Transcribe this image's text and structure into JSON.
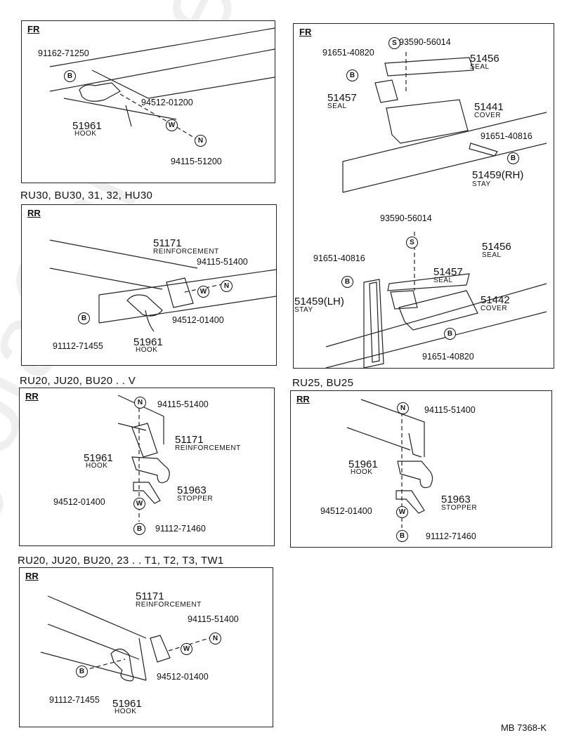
{
  "watermark": "ToyotaCarVine.ru",
  "doc_code": "MB 7368-K",
  "sections": {
    "rr_a": "RU30, BU30, 31, 32, HU30",
    "rr_b": "RU20, JU20, BU20 . . V",
    "rr_c": "RU25, BU25",
    "rr_d": "RU20, JU20, BU20, 23 . . T1, T2, T3, TW1"
  },
  "panel_tags": {
    "fr": "FR",
    "rr": "RR"
  },
  "symbols": {
    "bolt": "B",
    "washer": "W",
    "nut": "N",
    "screw": "S"
  },
  "parts": {
    "bolt_91162": "91162-71250",
    "washer_94512_012": "94512-01200",
    "nut_94115_512": "94115-51200",
    "hook_no": "51961",
    "hook": "HOOK",
    "screw_93590": "93590-56014",
    "bolt_91651_820": "91651-40820",
    "seal_51456": "51456",
    "seal": "SEAL",
    "seal_51457": "51457",
    "cover_51441": "51441",
    "cover": "COVER",
    "bolt_91651_816": "91651-40816",
    "stay_rh": "51459(RH)",
    "stay": "STAY",
    "stay_lh": "51459(LH)",
    "cover_51442": "51442",
    "reinf_no": "51171",
    "reinforcement": "REINFORCEMENT",
    "nut_94115_514": "94115-51400",
    "washer_94512_014": "94512-01400",
    "bolt_91112_455": "91112-71455",
    "bolt_91112_460": "91112-71460",
    "stopper_no": "51963",
    "stopper": "STOPPER"
  }
}
